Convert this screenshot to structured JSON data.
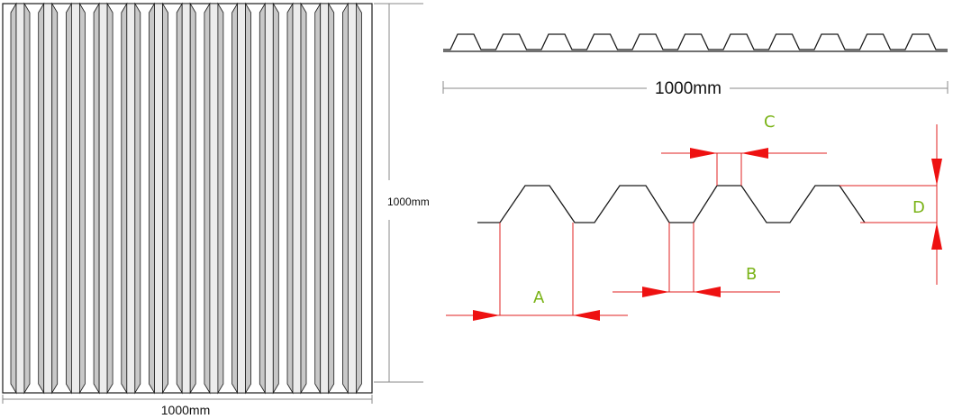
{
  "sheet_view": {
    "width_label": "1000mm",
    "height_label": "1000mm",
    "rib_count": 13
  },
  "profile_view": {
    "length_label": "1000mm",
    "rib_count": 11
  },
  "detail_view": {
    "labels": {
      "a": "A",
      "b": "B",
      "c": "C",
      "d": "D"
    }
  },
  "colors": {
    "outline": "#1a1a1a",
    "rib_shade": "#c8c8c8",
    "rib_light": "#ececec",
    "dimension_line": "#e02020",
    "arrow": "#ee1111",
    "label": "#7ab317",
    "guide": "#8a8a8a"
  }
}
